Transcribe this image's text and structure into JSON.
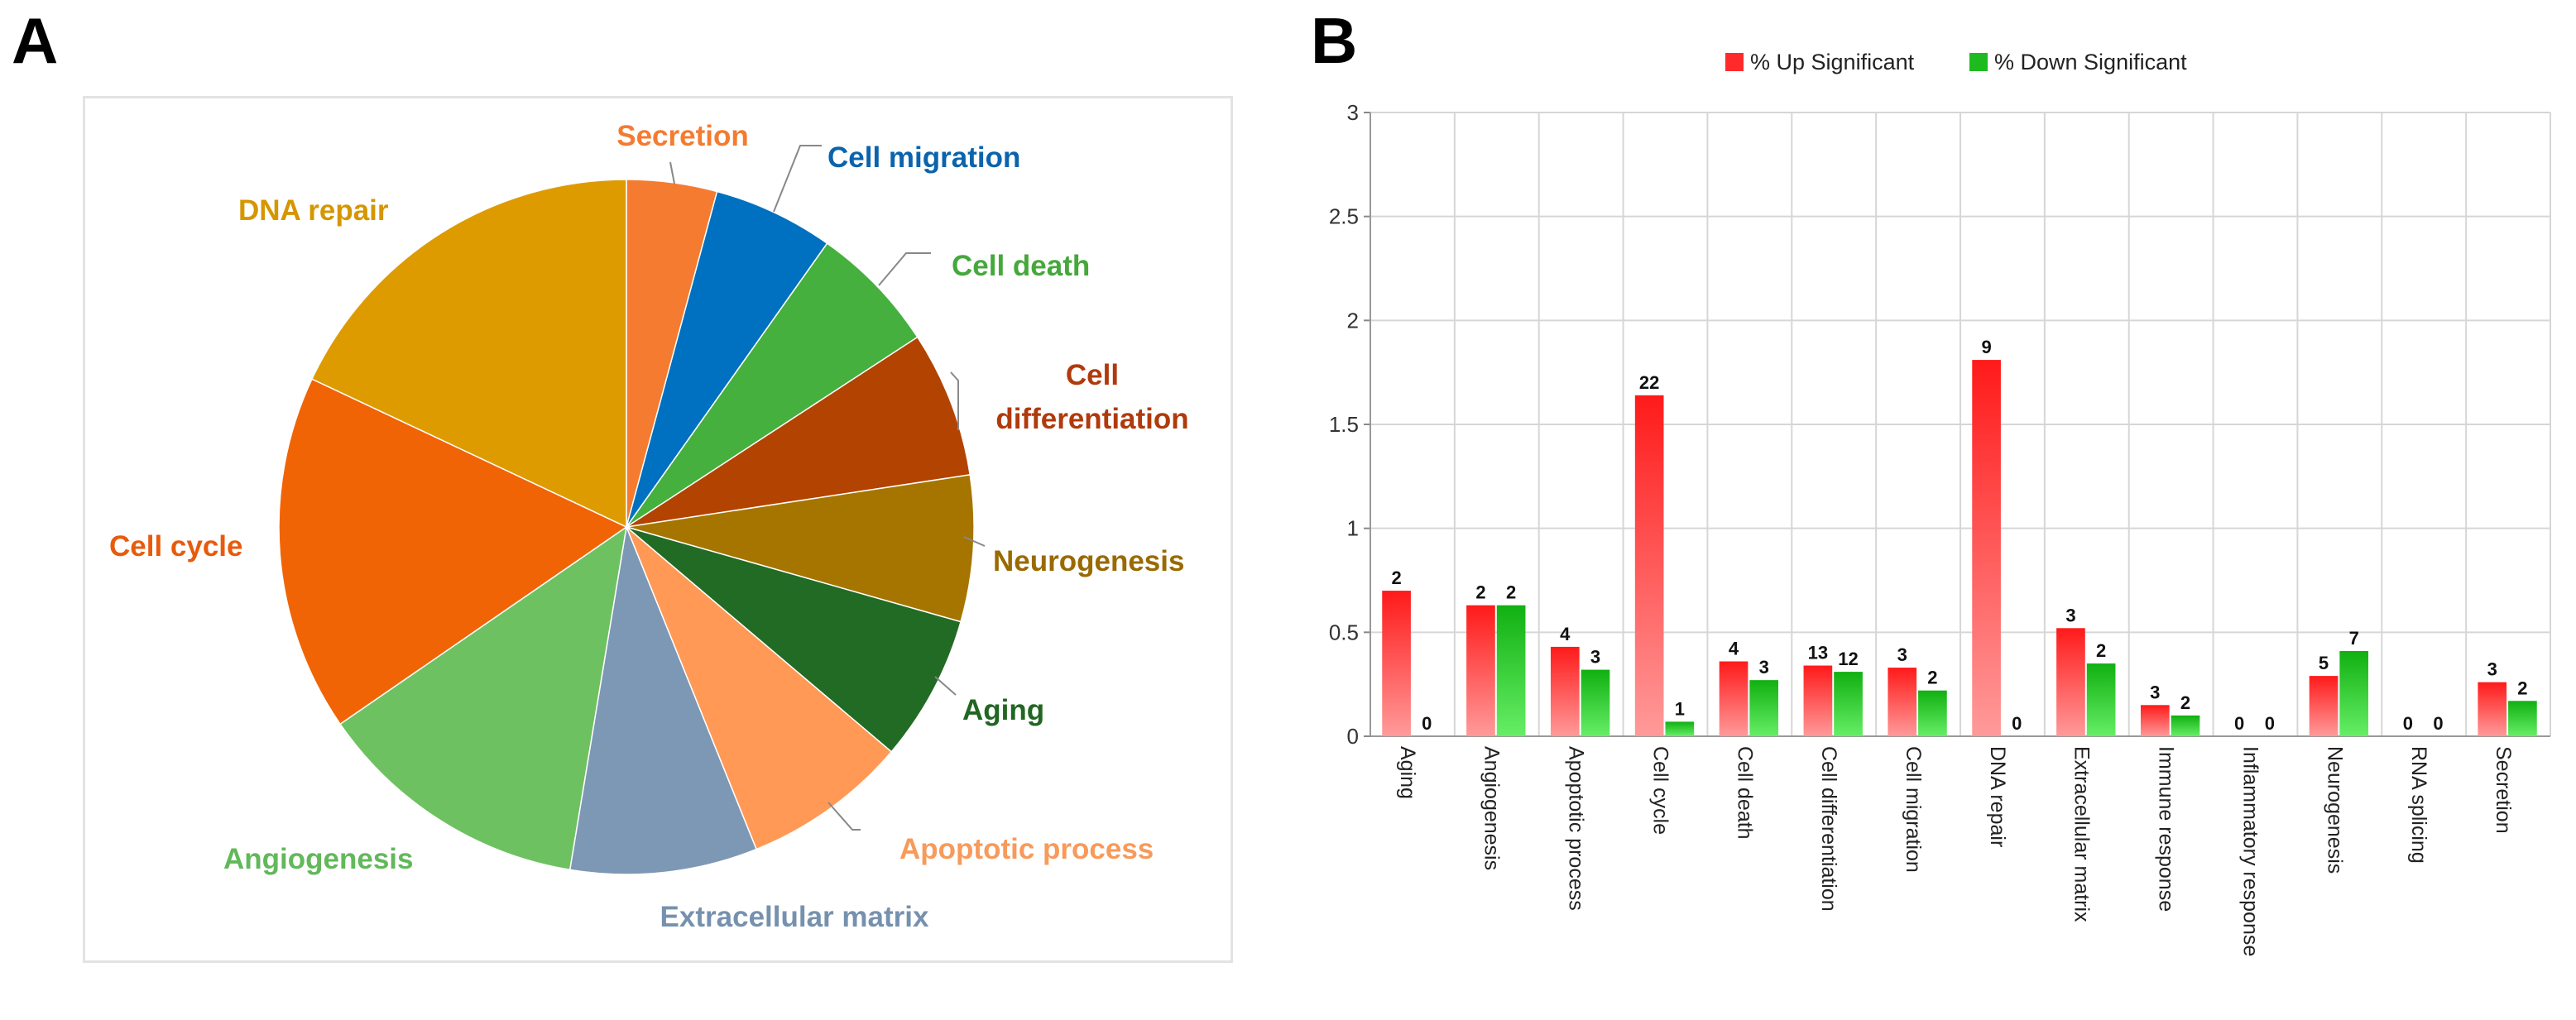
{
  "panels": {
    "a": "A",
    "b": "B"
  },
  "chart_data": [
    {
      "type": "pie",
      "title": "",
      "slices": [
        {
          "label": "Secretion",
          "value": 4.2,
          "color": "#F47B30",
          "label_color": "#F47B30"
        },
        {
          "label": "Cell migration",
          "value": 5.6,
          "color": "#0070C0",
          "label_color": "#0A64AD"
        },
        {
          "label": "Cell death",
          "value": 6.0,
          "color": "#45B03D",
          "label_color": "#45A83B"
        },
        {
          "label": "Cell differentiation",
          "value": 6.8,
          "color": "#B34300",
          "label_color": "#B03A0C"
        },
        {
          "label": "Neurogenesis",
          "value": 6.8,
          "color": "#A67500",
          "label_color": "#9A6A00"
        },
        {
          "label": "Aging",
          "value": 6.8,
          "color": "#226B24",
          "label_color": "#216622"
        },
        {
          "label": "Apoptotic process",
          "value": 7.7,
          "color": "#FF9955",
          "label_color": "#F79A5A"
        },
        {
          "label": "Extracellular matrix",
          "value": 8.7,
          "color": "#7D98B5",
          "label_color": "#7691AE"
        },
        {
          "label": "Angiogenesis",
          "value": 12.8,
          "color": "#6EC160",
          "label_color": "#62B85A"
        },
        {
          "label": "Cell cycle",
          "value": 16.6,
          "color": "#F06405",
          "label_color": "#E85B0C"
        },
        {
          "label": "DNA repair",
          "value": 18.0,
          "color": "#DE9B00",
          "label_color": "#D59600"
        }
      ]
    },
    {
      "type": "bar",
      "title": "",
      "xlabel": "",
      "ylabel": "",
      "ylim": [
        0,
        3
      ],
      "yticks": [
        "0",
        "0.5",
        "1",
        "1.5",
        "2",
        "2.5",
        "3"
      ],
      "grid": true,
      "legend_position": "top-center",
      "categories": [
        "Aging",
        "Angiogenesis",
        "Apoptotic process",
        "Cell cycle",
        "Cell death",
        "Cell differentiation",
        "Cell migration",
        "DNA repair",
        "Extracellular matrix",
        "Immune response",
        "Inflammatory response",
        "Neurogenesis",
        "RNA splicing",
        "Secretion"
      ],
      "series": [
        {
          "name": "% Up Significant",
          "color": "#FF2B2B",
          "values": [
            0.7,
            0.63,
            0.43,
            1.64,
            0.36,
            0.34,
            0.33,
            1.81,
            0.52,
            0.15,
            0,
            0.29,
            0,
            0.26
          ],
          "labels": [
            "2",
            "2",
            "4",
            "22",
            "4",
            "13",
            "3",
            "9",
            "3",
            "3",
            "0",
            "5",
            "0",
            "3"
          ]
        },
        {
          "name": "% Down Significant",
          "color": "#1EBB1E",
          "values": [
            0,
            0.63,
            0.32,
            0.07,
            0.27,
            0.31,
            0.22,
            0,
            0.35,
            0.1,
            0,
            0.41,
            0,
            0.17
          ],
          "labels": [
            "0",
            "2",
            "3",
            "1",
            "3",
            "12",
            "2",
            "0",
            "2",
            "2",
            "0",
            "7",
            "0",
            "2"
          ]
        }
      ]
    }
  ]
}
